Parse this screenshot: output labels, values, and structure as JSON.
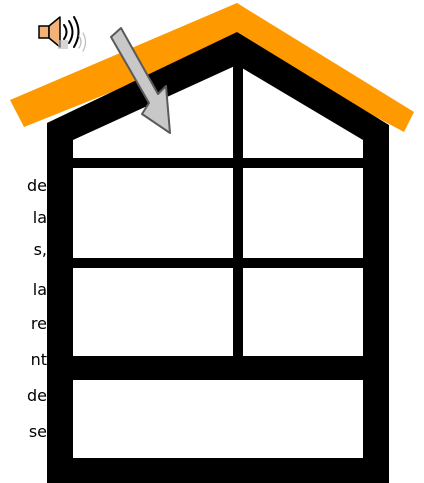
{
  "side_text_fragments": [
    "de",
    "la",
    "s,",
    "la",
    "re",
    "nt",
    "de",
    "se"
  ],
  "colors": {
    "roof": "#FF9900",
    "frame": "#000000",
    "arrow_fill": "#C8C8C8",
    "arrow_stroke": "#5A5A5A",
    "speaker_body": "#F2B278",
    "speaker_outline": "#000000"
  },
  "icons": {
    "speaker": "speaker-sound-icon",
    "arrow": "down-right-arrow-icon"
  }
}
